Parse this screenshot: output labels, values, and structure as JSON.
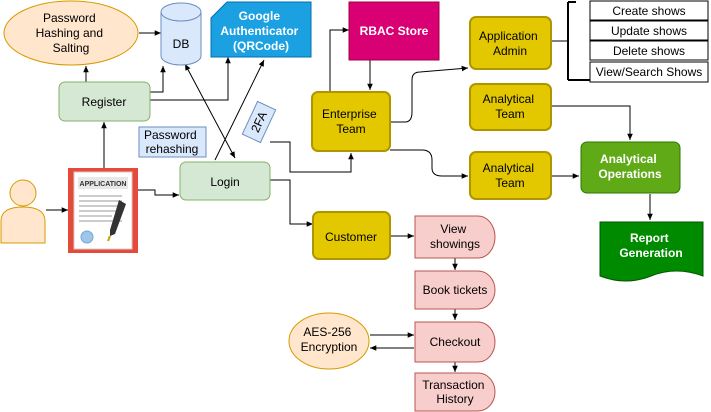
{
  "nodes": {
    "password_hashing": "Password\nHashing and\nSalting",
    "db": "DB",
    "google_auth": "Google\nAuthenticator\n(QRCode)",
    "rbac_store": "RBAC Store",
    "application_admin": "Application\nAdmin",
    "create_shows": "Create shows",
    "update_shows": "Update shows",
    "delete_shows": "Delete shows",
    "view_search_shows": "View/Search Shows",
    "register": "Register",
    "enterprise_team": "Enterprise\nTeam",
    "analytical_team_1": "Analytical\nTeam",
    "analytical_team_2": "Analytical\nTeam",
    "analytical_operations": "Analytical\nOperations",
    "password_rehashing": "Password\nrehashing",
    "two_fa": "2FA",
    "application_doc": "APPLICATION",
    "login": "Login",
    "customer": "Customer",
    "view_showings": "View\nshowings",
    "report_generation": "Report\nGeneration",
    "book_tickets": "Book tickets",
    "aes_encryption": "AES-256\nEncryption",
    "checkout": "Checkout",
    "transaction_history": "Transaction\nHistory"
  },
  "colors": {
    "orange_fill": "#FFE6CC",
    "orange_stroke": "#D79B00",
    "blue_fill": "#DAE8FC",
    "blue_stroke": "#6C8EBF",
    "azure_fill": "#1BA1E2",
    "azure_stroke": "#006EAF",
    "pink_fill": "#D80073",
    "pink_stroke": "#A50040",
    "green_fill": "#D5E8D4",
    "green_stroke": "#82B366",
    "yellow_fill": "#E3C800",
    "yellow_stroke": "#B09500",
    "dkgreen_fill": "#60A917",
    "dkgreen_stroke": "#2D7600",
    "docgreen_fill": "#008A00",
    "docgreen_stroke": "#005700",
    "red_fill": "#F8CECC",
    "red_stroke": "#B85450",
    "doc_red": "#E64A3B"
  },
  "icons": [
    "user-icon",
    "database-icon",
    "application-document-icon"
  ]
}
